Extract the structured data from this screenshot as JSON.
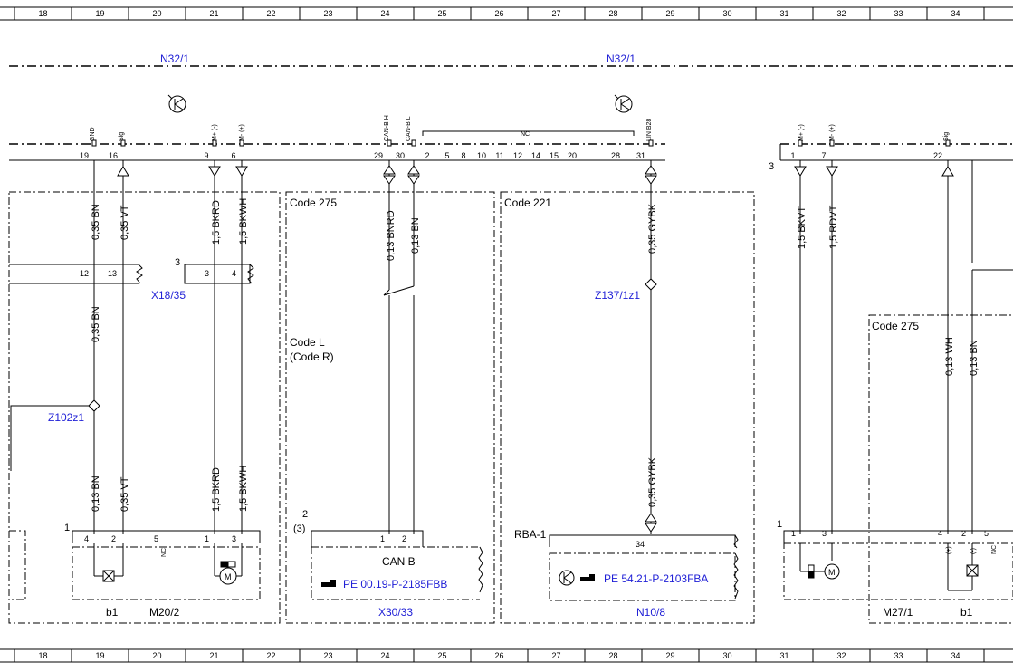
{
  "ruler": {
    "columns": [
      "18",
      "19",
      "20",
      "21",
      "22",
      "23",
      "24",
      "25",
      "26",
      "27",
      "28",
      "29",
      "30",
      "31",
      "32",
      "33",
      "34"
    ]
  },
  "connectors": {
    "n32_left": "N32/1",
    "n32_right": "N32/1",
    "x18": "X18/35",
    "z102": "Z102z1",
    "z137": "Z137/1z1",
    "x30": "X30/33",
    "n10": "N10/8",
    "m20": "M20/2",
    "m27": "M27/1",
    "b1_left": "b1",
    "b1_right": "b1",
    "rba": "RBA-1"
  },
  "codes": {
    "code275_a": "Code 275",
    "code221": "Code 221",
    "code275_b": "Code 275",
    "code_l": "Code L",
    "code_r": "(Code R)"
  },
  "pins_top": [
    {
      "num": "19",
      "label": "GND"
    },
    {
      "num": "16",
      "label": "Sig"
    },
    {
      "num": "9",
      "label": "M+ (-)"
    },
    {
      "num": "6",
      "label": "M- (+)"
    },
    {
      "num": "29",
      "label": "CAN-B H"
    },
    {
      "num": "30",
      "label": "CAN-B L"
    },
    {
      "num": "2",
      "label": ""
    },
    {
      "num": "5",
      "label": ""
    },
    {
      "num": "8",
      "label": ""
    },
    {
      "num": "10",
      "label": ""
    },
    {
      "num": "11",
      "label": ""
    },
    {
      "num": "12",
      "label": ""
    },
    {
      "num": "14",
      "label": ""
    },
    {
      "num": "15",
      "label": ""
    },
    {
      "num": "20",
      "label": ""
    },
    {
      "num": "28",
      "label": ""
    },
    {
      "num": "31",
      "label": "LIN B28"
    },
    {
      "num": "1",
      "label": "M+ (-)"
    },
    {
      "num": "7",
      "label": "M- (+)"
    },
    {
      "num": "22",
      "label": "Sig"
    }
  ],
  "nc_label": "NC",
  "wires": {
    "w1": "0,35 BN",
    "w2": "0,35 VT",
    "w3": "1,5 BKRD",
    "w4": "1,5 BKWH",
    "w5": "0,13 BNRD",
    "w6": "0,13 BN",
    "w7": "0,35 GYBK",
    "w8": "1,5 BKVT",
    "w9": "1,5 RDVT",
    "w10": "0,35 BN",
    "w11": "0,13 BN",
    "w12": "0,35 VT",
    "w13": "1,5 BKRD",
    "w14": "1,5 BKWH",
    "w15": "0,35 GYBK",
    "w16": "0,13 WH",
    "w17": "0,13 BN"
  },
  "misc": {
    "x18_pin12": "12",
    "x18_pin13": "13",
    "x18_pin3": "3",
    "x18_pin4": "4",
    "x18_num": "3",
    "right_num3": "3",
    "m20_num": "1",
    "m20_p4": "4",
    "m20_p2": "2",
    "m20_p5": "5",
    "m20_p1": "1",
    "m20_p3": "3",
    "x30_num2": "2",
    "x30_num3": "(3)",
    "x30_p1": "1",
    "x30_p2": "2",
    "can_b": "CAN B",
    "pe_left": "PE 00.19-P-2185FBB",
    "pe_right": "PE 54.21-P-2103FBA",
    "n10_p34": "34",
    "m27_num": "1",
    "m27_p1": "1",
    "m27_p3": "3",
    "m27_p4": "4",
    "m27_p2": "2",
    "m27_p5": "5",
    "plus": "(+)",
    "minus": "(-)",
    "motor": "M"
  },
  "colors": {
    "link": "#1f1fd6",
    "line": "#000000"
  }
}
